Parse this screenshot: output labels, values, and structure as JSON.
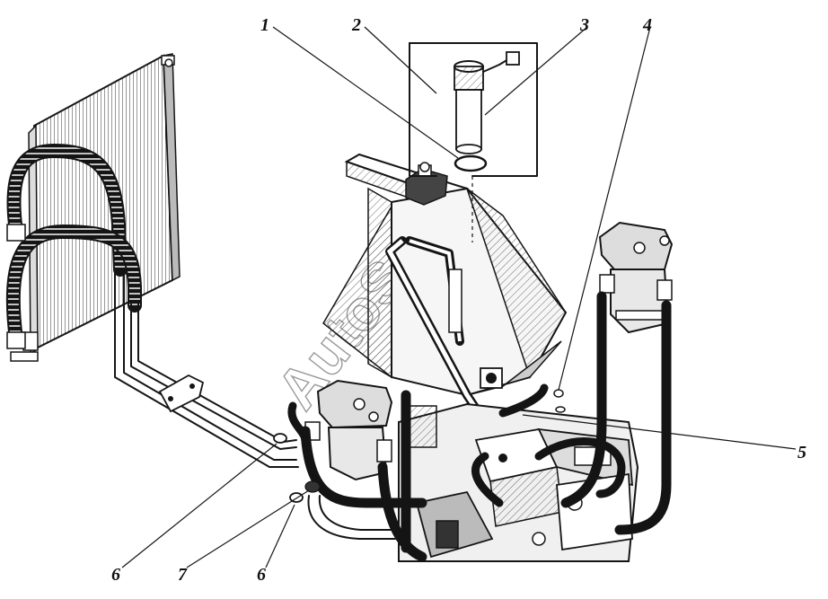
{
  "watermark": "AutoSoft",
  "callouts": {
    "c1": "1",
    "c2": "2",
    "c3": "3",
    "c4": "4",
    "c5": "5",
    "c6a": "6",
    "c7": "7",
    "c6b": "6"
  }
}
